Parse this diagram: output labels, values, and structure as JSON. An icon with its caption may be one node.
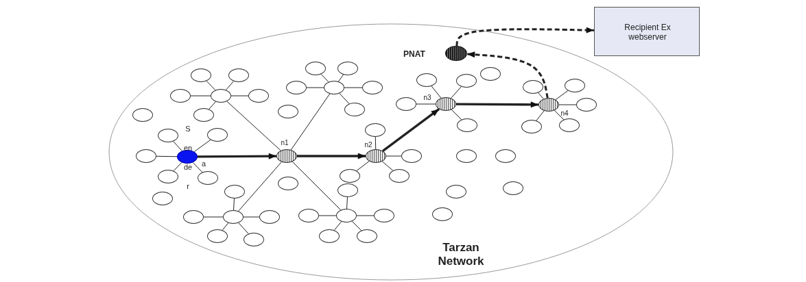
{
  "diagram": {
    "nodes": [
      {
        "text": [
          "Tarzan Network"
        ]
      },
      {
        "text": [
          "Recipient Ex webserver"
        ]
      },
      {
        "text": [
          "PNAT"
        ],
        "in": 0
      },
      {
        "text": [
          "S en de r"
        ],
        "in": 0,
        "beside": [
          "a"
        ]
      },
      {
        "text": [
          "n1"
        ],
        "in": 0
      },
      {
        "text": [
          "n2"
        ],
        "in": 0
      },
      {
        "text": [
          "n3"
        ],
        "in": 0
      },
      {
        "text": [
          "n4"
        ],
        "in": 0
      },
      {
        "text": [],
        "shape": "circle",
        "in": 0
      },
      {
        "text": [],
        "shape": "circle",
        "in": 0
      },
      {
        "text": [],
        "shape": "circle",
        "in": 0
      },
      {
        "text": [],
        "shape": "circle",
        "in": 0
      },
      {
        "text": [],
        "shape": "circle",
        "in": 0
      },
      {
        "text": [],
        "shape": "circle",
        "in": 0
      },
      {
        "text": [],
        "shape": "circle",
        "in": 0
      },
      {
        "text": [],
        "shape": "circle",
        "in": 0
      },
      {
        "text": [],
        "shape": "circle",
        "in": 0
      },
      {
        "text": [],
        "shape": "circle",
        "in": 0
      },
      {
        "text": [],
        "shape": "circle",
        "in": 0
      },
      {
        "text": [],
        "shape": "circle",
        "in": 0
      },
      {
        "text": [],
        "shape": "circle",
        "in": 0
      },
      {
        "text": [],
        "shape": "circle",
        "in": 0
      },
      {
        "text": [],
        "shape": "circle",
        "in": 0
      },
      {
        "text": [],
        "shape": "circle",
        "in": 0
      },
      {
        "text": [],
        "shape": "circle",
        "in": 0
      },
      {
        "text": [],
        "shape": "circle",
        "in": 0
      },
      {
        "text": [],
        "shape": "circle",
        "in": 0
      },
      {
        "text": [],
        "shape": "circle",
        "in": 0
      },
      {
        "text": [],
        "shape": "circle",
        "in": 0
      },
      {
        "text": [],
        "shape": "circle",
        "in": 0
      },
      {
        "text": [],
        "shape": "circle",
        "in": 0
      },
      {
        "text": [],
        "shape": "circle",
        "in": 0
      },
      {
        "text": [],
        "shape": "circle",
        "in": 0
      },
      {
        "text": [],
        "shape": "circle",
        "in": 0
      },
      {
        "text": [],
        "shape": "circle",
        "in": 0
      },
      {
        "text": [],
        "shape": "circle",
        "in": 0
      },
      {
        "text": [],
        "shape": "circle",
        "in": 0
      },
      {
        "text": [],
        "shape": "circle",
        "in": 0
      },
      {
        "text": [],
        "shape": "circle",
        "in": 0
      },
      {
        "text": [],
        "shape": "circle",
        "in": 0
      },
      {
        "text": [],
        "shape": "circle",
        "in": 0
      },
      {
        "text": [],
        "shape": "circle",
        "in": 0
      },
      {
        "text": [],
        "shape": "circle",
        "in": 0
      },
      {
        "text": [],
        "shape": "circle",
        "in": 0
      },
      {
        "text": [],
        "shape": "circle",
        "in": 0
      },
      {
        "text": [],
        "shape": "circle",
        "in": 0
      },
      {
        "text": [],
        "shape": "circle",
        "in": 0
      },
      {
        "text": [],
        "shape": "circle",
        "in": 0
      },
      {
        "text": [],
        "shape": "circle",
        "in": 0
      },
      {
        "text": [],
        "shape": "circle",
        "in": 0
      },
      {
        "text": [],
        "shape": "circle",
        "in": 0
      },
      {
        "text": [],
        "shape": "circle",
        "in": 0
      },
      {
        "text": [],
        "shape": "circle",
        "in": 0
      },
      {
        "text": [],
        "shape": "circle",
        "in": 0
      },
      {
        "text": [],
        "shape": "circle",
        "in": 0
      },
      {
        "text": [],
        "shape": "circle",
        "in": 0
      },
      {
        "text": [],
        "shape": "circle",
        "in": 0
      },
      {
        "text": [],
        "shape": "circle",
        "in": 0
      },
      {
        "text": [],
        "shape": "circle",
        "in": 0
      },
      {
        "text": [],
        "shape": "circle",
        "in": 0
      }
    ],
    "edges": [
      {
        "from": 3,
        "to": 4,
        "arrow": "to",
        "style": "thick"
      },
      {
        "from": 4,
        "to": 5,
        "arrow": "to",
        "style": "thick"
      },
      {
        "from": 5,
        "to": 6,
        "arrow": "to",
        "style": "thick"
      },
      {
        "from": 6,
        "to": 7,
        "arrow": "to",
        "style": "thick"
      },
      {
        "from": 7,
        "to": 2,
        "arrow": "to",
        "style": "dashed"
      },
      {
        "from": 2,
        "to": 1,
        "arrow": "to",
        "style": "dashed"
      },
      {
        "from": 8,
        "to": 9,
        "arrow": "none"
      },
      {
        "from": 8,
        "to": 10,
        "arrow": "none"
      },
      {
        "from": 8,
        "to": 11,
        "arrow": "none"
      },
      {
        "from": 8,
        "to": 12,
        "arrow": "none"
      },
      {
        "from": 8,
        "to": 13,
        "arrow": "none"
      },
      {
        "from": 8,
        "to": 4,
        "arrow": "none"
      },
      {
        "from": 3,
        "to": 15,
        "arrow": "none"
      },
      {
        "from": 3,
        "to": 16,
        "arrow": "none"
      },
      {
        "from": 3,
        "to": 17,
        "arrow": "none"
      },
      {
        "from": 3,
        "to": 18,
        "arrow": "none"
      },
      {
        "from": 3,
        "to": 19,
        "arrow": "none"
      },
      {
        "from": 21,
        "to": 22,
        "arrow": "none"
      },
      {
        "from": 21,
        "to": 23,
        "arrow": "none"
      },
      {
        "from": 21,
        "to": 24,
        "arrow": "none"
      },
      {
        "from": 21,
        "to": 25,
        "arrow": "none"
      },
      {
        "from": 21,
        "to": 26,
        "arrow": "none"
      },
      {
        "from": 21,
        "to": 4,
        "arrow": "none"
      },
      {
        "from": 27,
        "to": 28,
        "arrow": "none"
      },
      {
        "from": 27,
        "to": 29,
        "arrow": "none"
      },
      {
        "from": 27,
        "to": 30,
        "arrow": "none"
      },
      {
        "from": 27,
        "to": 31,
        "arrow": "none"
      },
      {
        "from": 27,
        "to": 32,
        "arrow": "none"
      },
      {
        "from": 27,
        "to": 4,
        "arrow": "none"
      },
      {
        "from": 4,
        "to": 35,
        "arrow": "none"
      },
      {
        "from": 35,
        "to": 36,
        "arrow": "none"
      },
      {
        "from": 35,
        "to": 37,
        "arrow": "none"
      },
      {
        "from": 35,
        "to": 38,
        "arrow": "none"
      },
      {
        "from": 35,
        "to": 39,
        "arrow": "none"
      },
      {
        "from": 35,
        "to": 40,
        "arrow": "none"
      },
      {
        "from": 5,
        "to": 41,
        "arrow": "none"
      },
      {
        "from": 5,
        "to": 42,
        "arrow": "none"
      },
      {
        "from": 5,
        "to": 43,
        "arrow": "none"
      },
      {
        "from": 5,
        "to": 44,
        "arrow": "none"
      },
      {
        "from": 6,
        "to": 45,
        "arrow": "none"
      },
      {
        "from": 6,
        "to": 46,
        "arrow": "none"
      },
      {
        "from": 6,
        "to": 47,
        "arrow": "none"
      },
      {
        "from": 6,
        "to": 48,
        "arrow": "none"
      },
      {
        "from": 7,
        "to": 50,
        "arrow": "none"
      },
      {
        "from": 7,
        "to": 51,
        "arrow": "none"
      },
      {
        "from": 7,
        "to": 52,
        "arrow": "none"
      },
      {
        "from": 7,
        "to": 53,
        "arrow": "none"
      },
      {
        "from": 7,
        "to": 54,
        "arrow": "none"
      }
    ]
  }
}
